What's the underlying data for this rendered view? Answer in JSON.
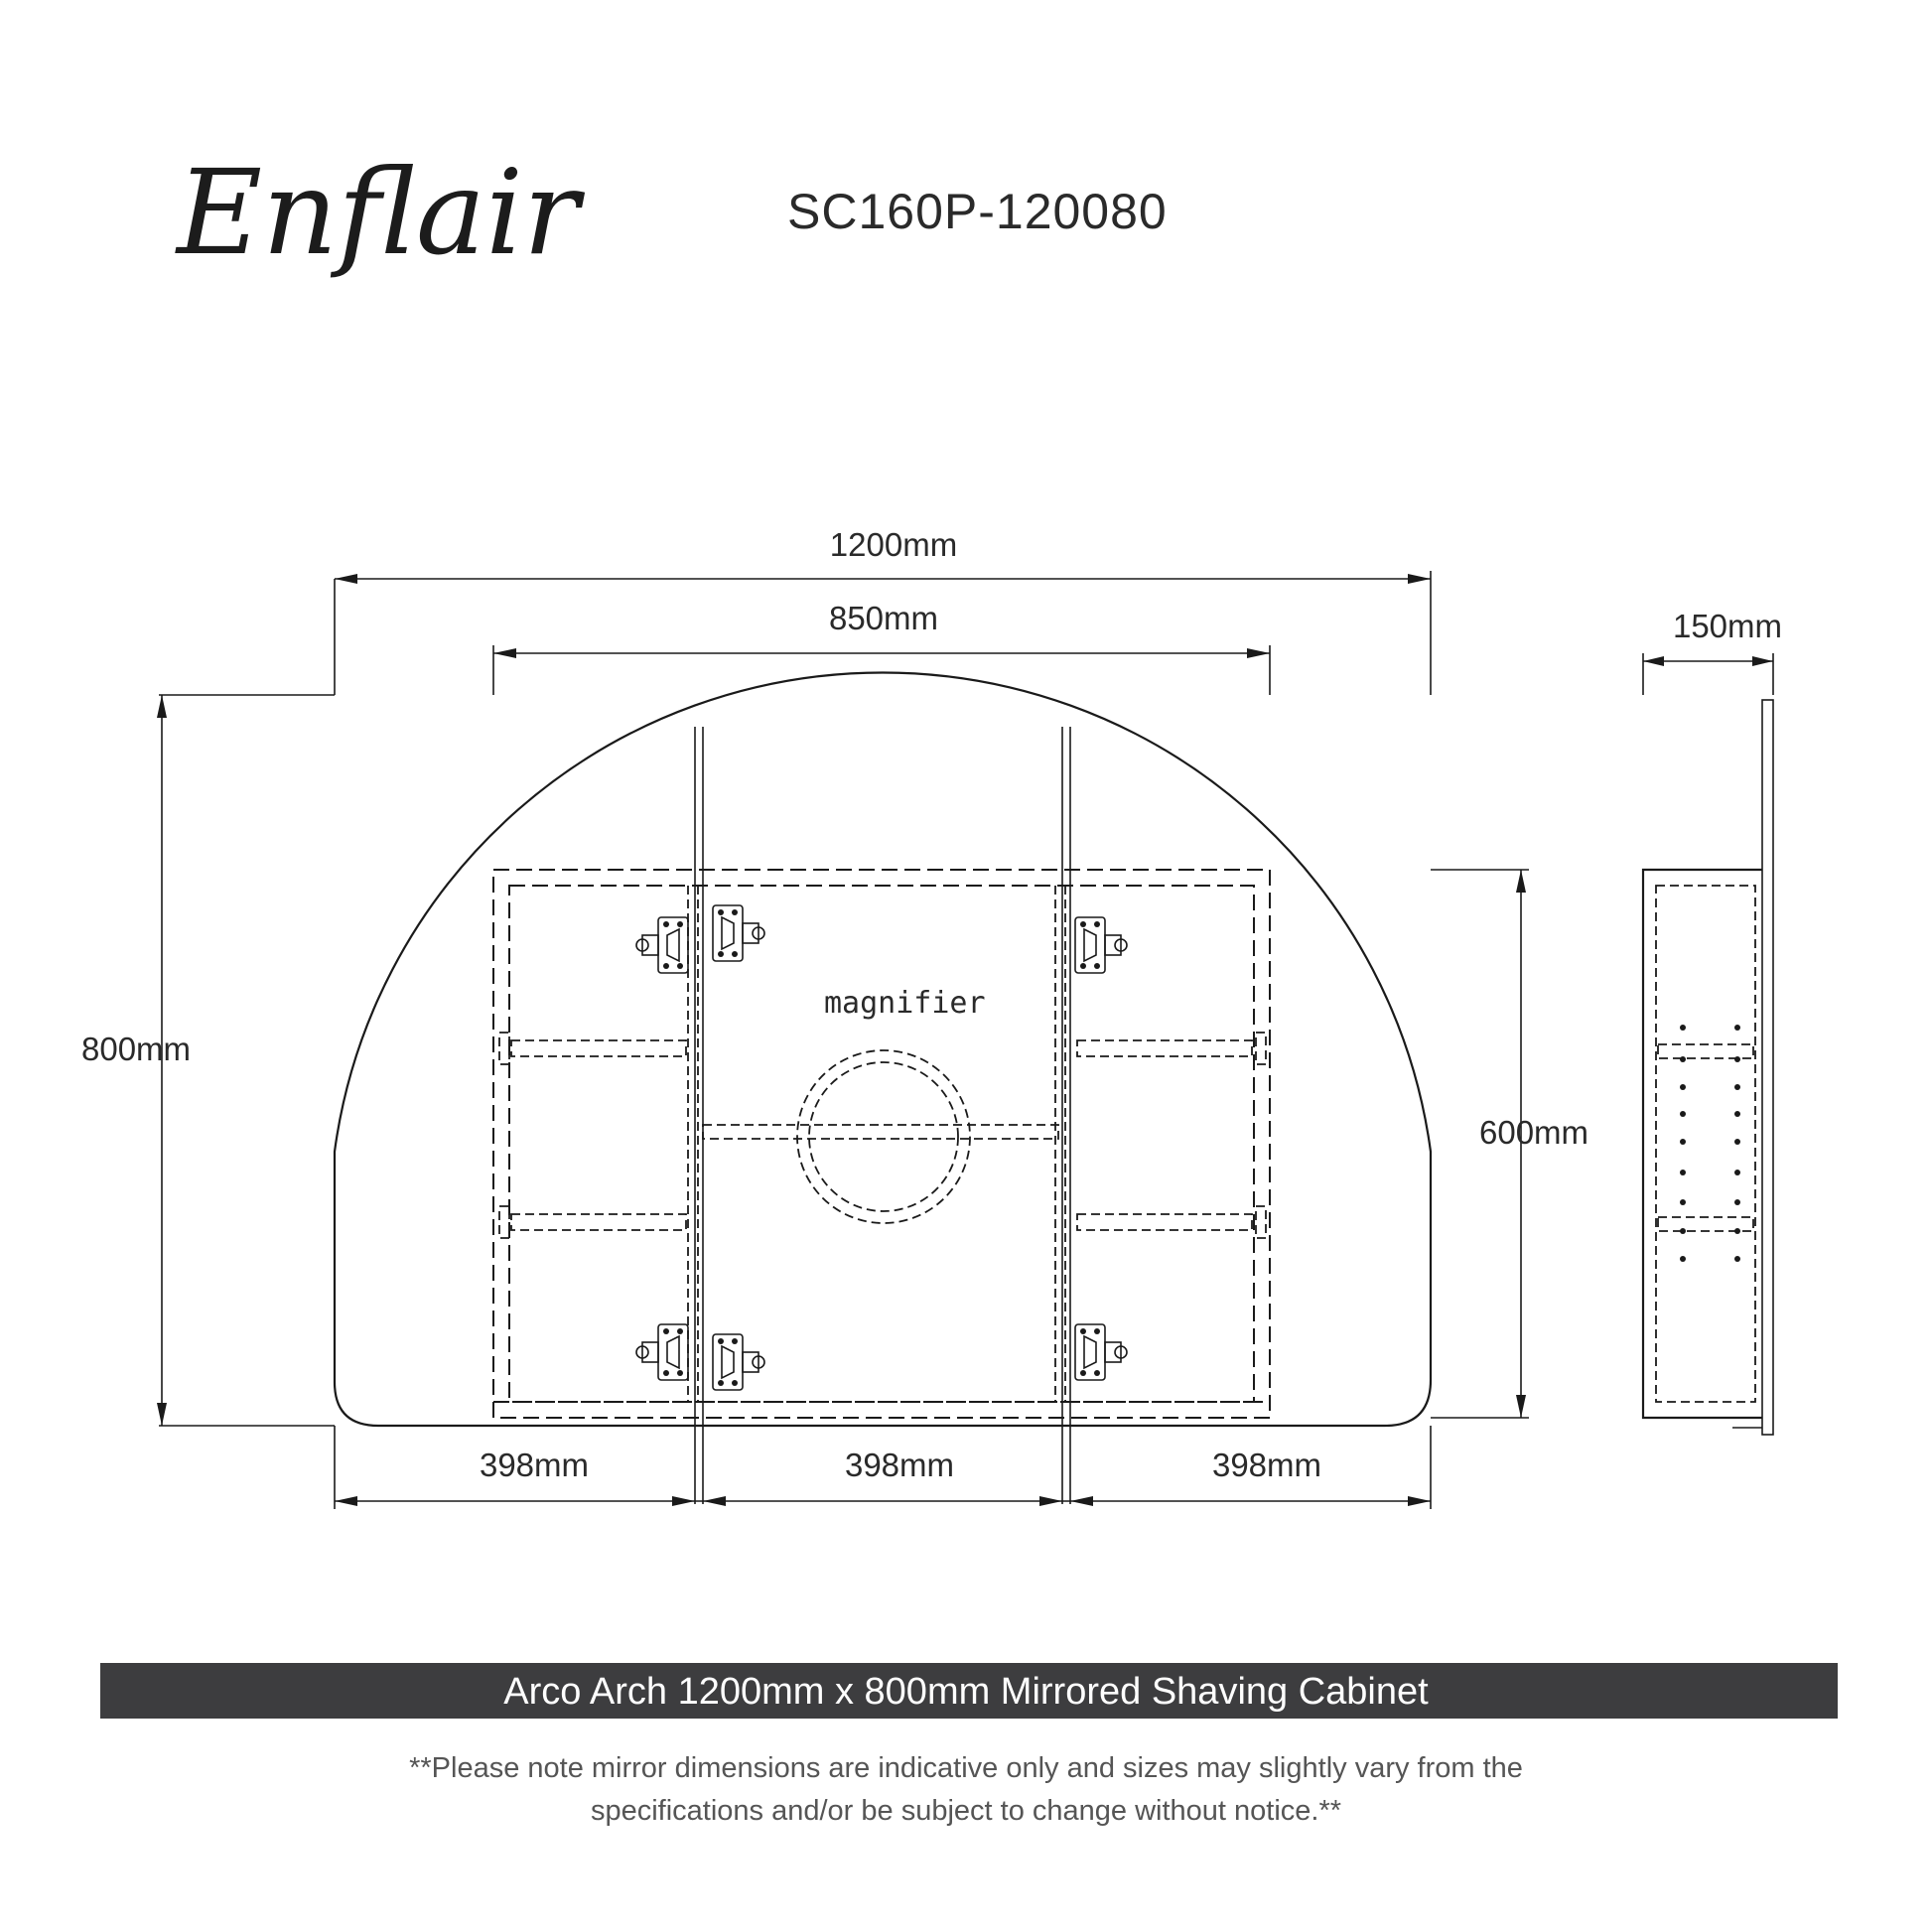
{
  "header": {
    "brand": "Enflair",
    "model_code": "SC160P-120080"
  },
  "dimensions": {
    "overall_width": "1200mm",
    "inner_width": "850mm",
    "overall_height": "800mm",
    "cabinet_height": "600mm",
    "depth": "150mm",
    "door_left": "398mm",
    "door_center": "398mm",
    "door_right": "398mm"
  },
  "callouts": {
    "magnifier": "magnifier"
  },
  "banner": {
    "title": "Arco Arch 1200mm x 800mm Mirrored Shaving Cabinet",
    "color": "#3d3d3f"
  },
  "footer": {
    "note_line1": "**Please note mirror dimensions are indicative only and sizes may slightly vary from the",
    "note_line2": "specifications and/or be subject to change without notice.**"
  }
}
